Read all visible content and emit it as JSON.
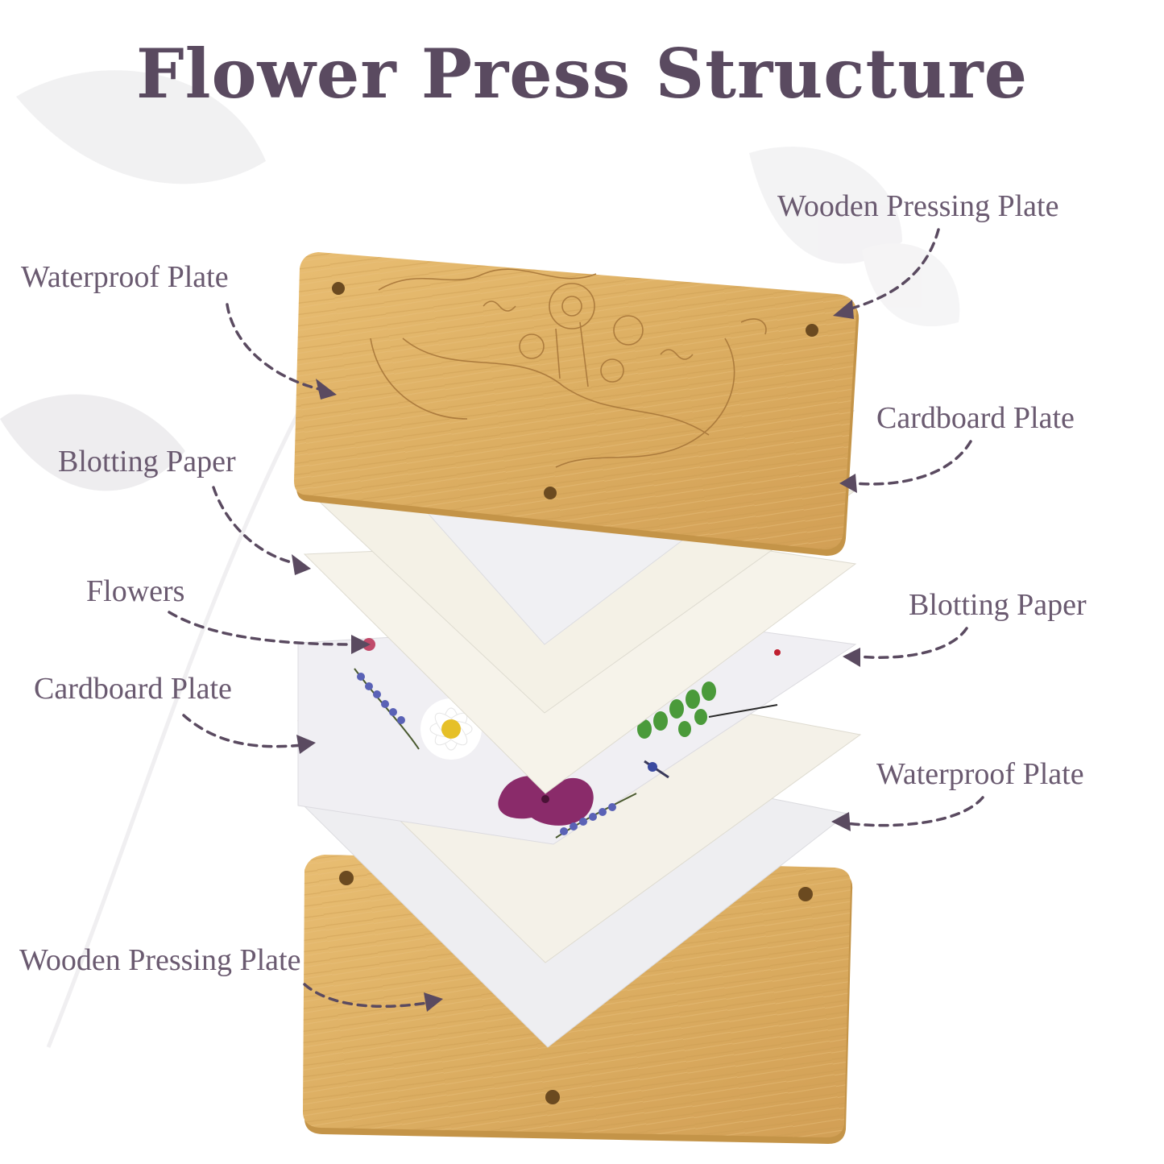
{
  "title": "Flower Press Structure",
  "colors": {
    "title": "#5a4a60",
    "label": "#6a5a70",
    "arrow": "#5a4a60",
    "wood": "#dcae62",
    "wood_edge": "#c49448",
    "foam": "#f1f1f3",
    "paper": "#f5f2e9"
  },
  "labels": {
    "left": [
      {
        "id": "waterproof-top",
        "text": "Waterproof Plate"
      },
      {
        "id": "blotting-top",
        "text": "Blotting Paper"
      },
      {
        "id": "flowers",
        "text": "Flowers"
      },
      {
        "id": "cardboard-bottom",
        "text": "Cardboard Plate"
      },
      {
        "id": "wooden-bottom",
        "text": "Wooden Pressing Plate"
      }
    ],
    "right": [
      {
        "id": "wooden-top",
        "text": "Wooden Pressing Plate"
      },
      {
        "id": "cardboard-top",
        "text": "Cardboard Plate"
      },
      {
        "id": "blotting-bottom",
        "text": "Blotting Paper"
      },
      {
        "id": "waterproof-bottom",
        "text": "Waterproof Plate"
      }
    ]
  },
  "icons": [
    "dashed-arrow-icon",
    "flower-icon",
    "leaf-icon",
    "screw-hole-icon"
  ]
}
